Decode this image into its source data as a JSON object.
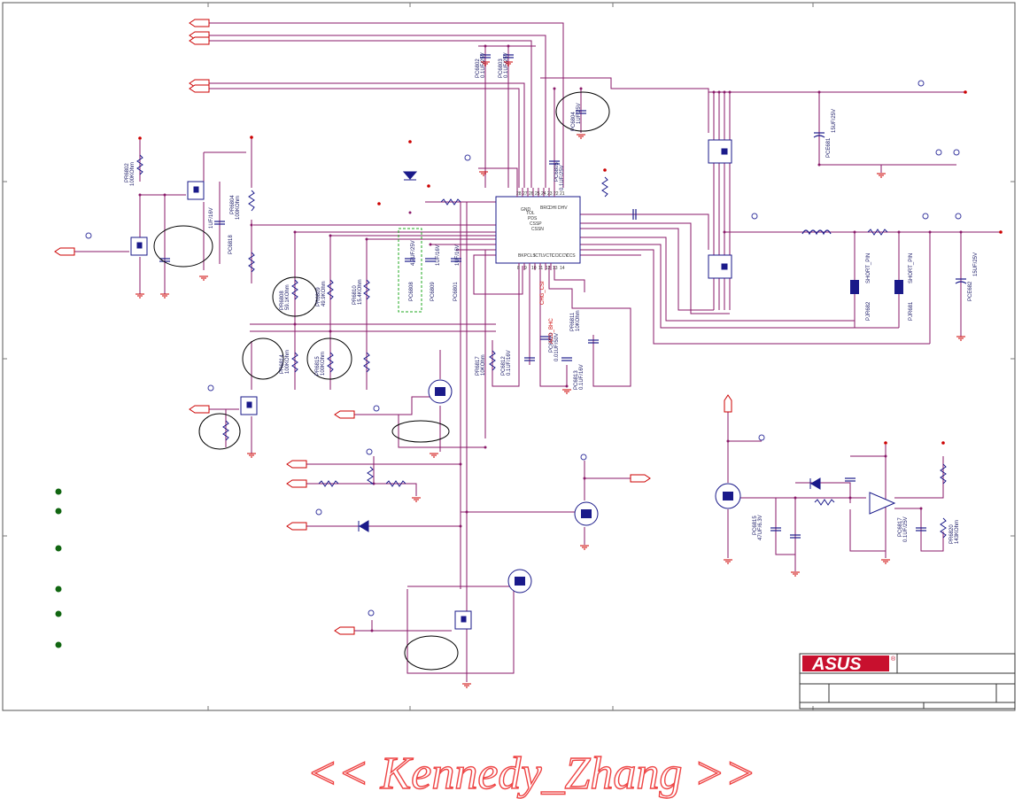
{
  "labels": {
    "pc6802": "PC6802",
    "pc6802_v": "0.1UF/25V",
    "pc6803": "PC6803",
    "pc6803_v": "0.1UF/25V",
    "pc6804": "PC6804",
    "pc6804_v": "1UF/25V",
    "pc6805": "PC6805",
    "pc6805_v": "0.1UF/25V",
    "pr6802": "PR6802",
    "pr6802_v": "100KOhm",
    "pr6804": "PR6804",
    "pr6804_v": "100KOhm",
    "pc6818": "PC6818",
    "pc6818_v": "1UF/16V",
    "pc6808": "PC6808",
    "pc6808_v": "4.7UF/25V",
    "pc6809": "PC6809",
    "pc6809_v": "1UF/16V",
    "pc6801": "PC6801",
    "pc6801_v": "1UF/16V",
    "pr6808": "PR6808",
    "pr6808_v": "59.1KOhm",
    "pr6809": "PR6809",
    "pr6809_v": "49.9KOhm",
    "pr6810": "PR6810",
    "pr6810_v": "15.4KOhm",
    "pr6814": "PR6814",
    "pr6814_v": "100KOhm",
    "pr6815": "PR6815",
    "pr6815_v": "100KOhm",
    "pr6817": "PR6817",
    "pr6817_v": "10KOhm",
    "pc6812": "PC6812",
    "pc6812_v": "0.1UF/16V",
    "pc6810": "PC6810",
    "pc6810_v": "0.01UF/50V",
    "pc6813": "PC6813",
    "pc6813_v": "0.1UF/16V",
    "pr6811": "PR6811",
    "pr6811_v": "10KOhm",
    "chg_csi": "CHG_CSI",
    "acd_bhc": "ACD_BHC",
    "pce681": "PCE681",
    "pce681_v": "15UF/25V",
    "pce682": "PCE682",
    "pce682_v": "15UF/25V",
    "pjr682": "PJR682",
    "pjr681": "PJR681",
    "short_pin": "SHORT_PIN",
    "pc6815": "PC6815",
    "pc6815_v": "47UF/6.3V",
    "pc6817": "PC6817",
    "pc6817_v": "0.1UF/25V",
    "pr6820": "PR6820",
    "pr6820_v": "143KOhm"
  },
  "ic": {
    "left_pins": [
      "GND",
      "TOL",
      "PDS",
      "CSSP",
      "CSSN",
      "BRC",
      "DHI",
      "DHV"
    ],
    "left_nums": [
      "28",
      "27",
      "26",
      "25",
      "24",
      "23",
      "22",
      "21"
    ],
    "right_pins": [
      "BKP",
      "CLS",
      "ICTL",
      "VCTL",
      "CCI",
      "CCV",
      "CCS"
    ],
    "right_nums": [
      "8",
      "9",
      "10",
      "11",
      "12",
      "13",
      "14"
    ]
  },
  "logo": {
    "brand": "ASUS",
    "registered": "®",
    "brand_color": "#c8102e"
  },
  "watermark": "<< Kennedy_Zhang >>",
  "colors": {
    "wire": "#8a1a6a",
    "component": "#1a1a8a",
    "ground": "#cc0000",
    "note_dot": "#116611"
  }
}
